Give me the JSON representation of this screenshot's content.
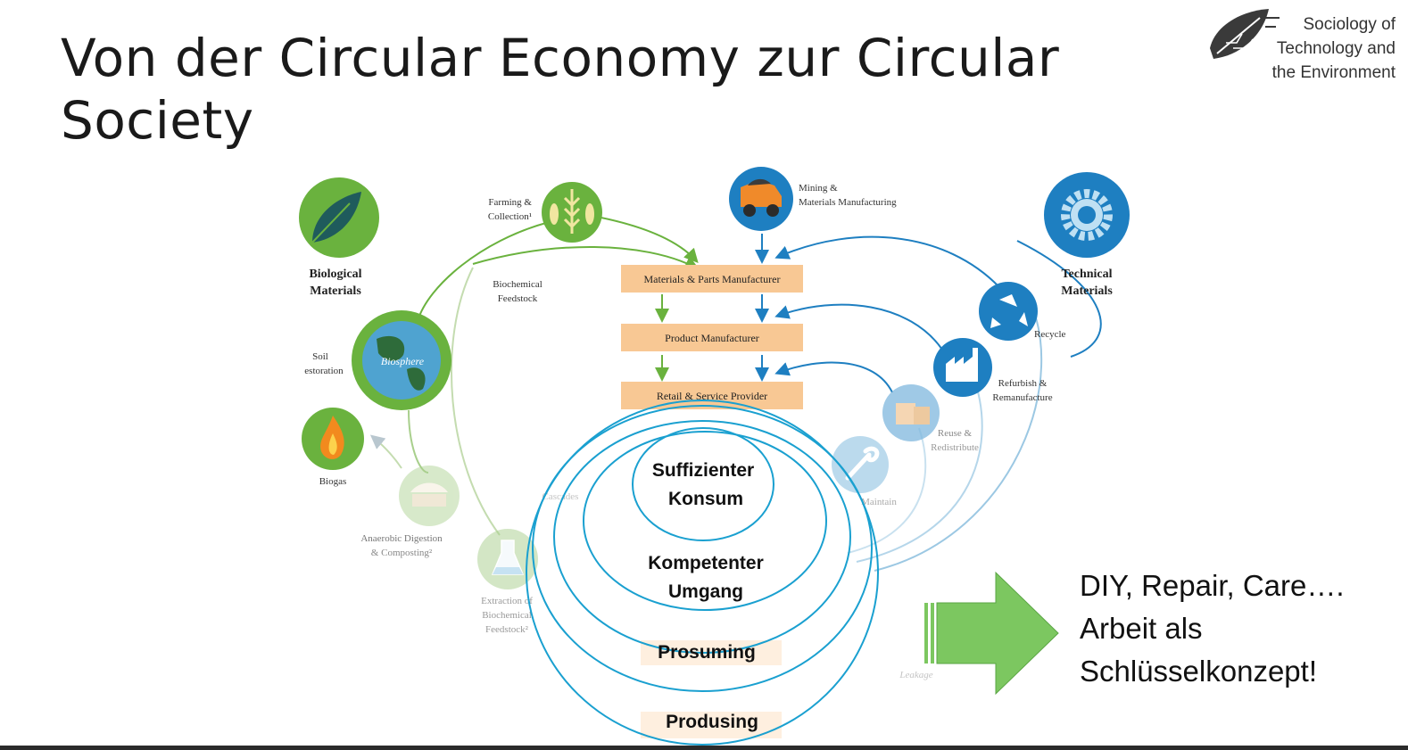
{
  "slide": {
    "title": "Von der Circular Economy zur Circular Society"
  },
  "logo": {
    "lines": [
      "Sociology of",
      "Technology and",
      "the Environment"
    ]
  },
  "diagram": {
    "biological": {
      "header_line1": "Biological",
      "header_line2": "Materials",
      "farming_line1": "Farming &",
      "farming_line2": "Collection¹",
      "biochemical_line1": "Biochemical",
      "biochemical_line2": "Feedstock",
      "biosphere": "Biosphere",
      "soil_line1": "Soil",
      "soil_line2": "estoration",
      "biogas": "Biogas",
      "anaerobic_line1": "Anaerobic Digestion",
      "anaerobic_line2": "& Composting²",
      "extraction_line1": "Extraction of",
      "extraction_line2": "Biochemical",
      "extraction_line3": "Feedstock²",
      "cascades": "Cascades"
    },
    "technical": {
      "header_line1": "Technical",
      "header_line2": "Materials",
      "mining_line1": "Mining &",
      "mining_line2": "Materials Manufacturing",
      "recycle": "Recycle",
      "refurbish_line1": "Refurbish &",
      "refurbish_line2": "Remanufacture",
      "reuse_line1": "Reuse &",
      "reuse_line2": "Redistribute",
      "maintain": "Maintain",
      "leakage": "Leakage"
    },
    "chain": [
      "Materials & Parts Manufacturer",
      "Product Manufacturer",
      "Retail & Service Provider"
    ],
    "circles": [
      {
        "line1": "Suffizienter",
        "line2": "Konsum"
      },
      {
        "line1": "Kompetenter",
        "line2": "Umgang"
      },
      {
        "line1": "Prosuming"
      },
      {
        "line1": "Produsing"
      }
    ],
    "colors": {
      "bio_green": "#6ab23e",
      "tech_blue": "#1e7fc1",
      "box_orange": "#f8c894",
      "circle_outline": "#1aa0d0",
      "arrow_green": "#7cc760"
    }
  },
  "side_text": {
    "lines": [
      "DIY, Repair, Care….",
      "Arbeit als",
      "Schlüsselkonzept!"
    ]
  }
}
